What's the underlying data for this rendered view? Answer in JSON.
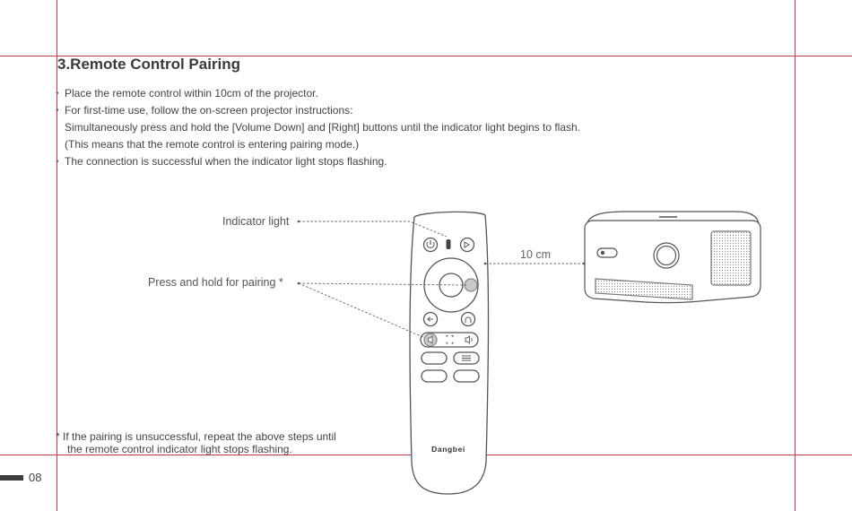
{
  "page": {
    "title": "3.Remote Control Pairing",
    "bullets": [
      "Place the remote control within 10cm of the projector.",
      "For first-time use, follow the on-screen projector instructions:",
      "Simultaneously press and hold the [Volume Down] and [Right] buttons until the indicator light begins to flash.",
      "(This means that the remote control is entering pairing mode.)",
      "The connection is successful when the indicator light stops flashing."
    ],
    "callouts": {
      "indicator": "Indicator light",
      "pairing": "Press and hold for pairing *",
      "distance": "10 cm"
    },
    "remote_brand": "Dangbei",
    "footnote": {
      "line1": "* If the pairing is unsuccessful, repeat the above steps until",
      "line2": "the remote control indicator light stops flashing."
    },
    "page_number": "08"
  },
  "colors": {
    "guide_lines": "#c0394b",
    "highlight": "#c9c9c9",
    "outline": "#555555"
  }
}
